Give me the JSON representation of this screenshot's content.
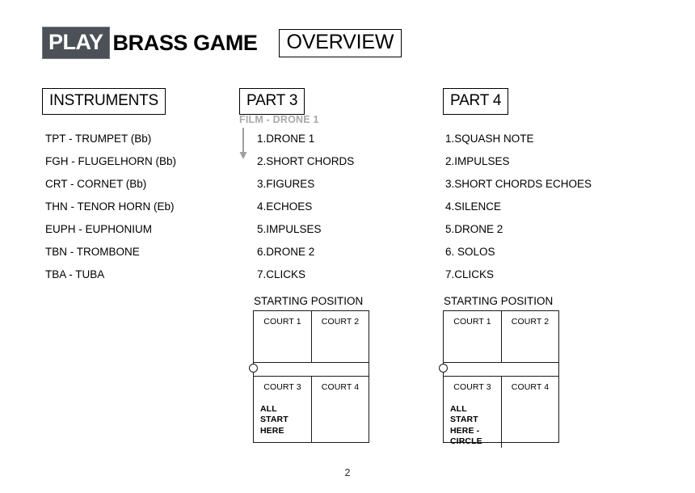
{
  "header": {
    "play_badge": "PLAY",
    "title": "BRASS GAME",
    "overview_label": "OVERVIEW",
    "badge_color": "#4c5157",
    "badge_text_color": "#ffffff"
  },
  "page_number": "2",
  "sections": {
    "instruments": {
      "heading": "INSTRUMENTS",
      "items": [
        "TPT - TRUMPET (Bb)",
        "FGH - FLUGELHORN (Bb)",
        "CRT - CORNET (Bb)",
        "THN - TENOR HORN (Eb)",
        "EUPH - EUPHONIUM",
        "TBN - TROMBONE",
        "TBA - TUBA"
      ]
    },
    "part3": {
      "heading": "PART 3",
      "annotation": "FILM - DRONE 1",
      "annotation_color": "#a8a8a8",
      "arrow_icon": "arrow-down-icon",
      "items": [
        "1.DRONE 1",
        "2.SHORT CHORDS",
        "3.FIGURES",
        "4.ECHOES",
        "5.IMPULSES",
        "6.DRONE 2",
        "7.CLICKS"
      ],
      "starting_position": {
        "label": "STARTING POSITION",
        "courts": [
          "COURT 1",
          "COURT 2",
          "COURT 3",
          "COURT 4"
        ],
        "start_note": "ALL\nSTART\nHERE",
        "marker_icon": "start-circle-icon"
      }
    },
    "part4": {
      "heading": "PART 4",
      "items": [
        "1.SQUASH NOTE",
        "2.IMPULSES",
        "3.SHORT CHORDS ECHOES",
        "4.SILENCE",
        "5.DRONE 2",
        "6. SOLOS",
        "7.CLICKS"
      ],
      "starting_position": {
        "label": "STARTING POSITION",
        "courts": [
          "COURT 1",
          "COURT 2",
          "COURT 3",
          "COURT 4"
        ],
        "start_note": "ALL\nSTART\nHERE -\nCIRCLE",
        "marker_icon": "start-circle-icon"
      }
    }
  }
}
